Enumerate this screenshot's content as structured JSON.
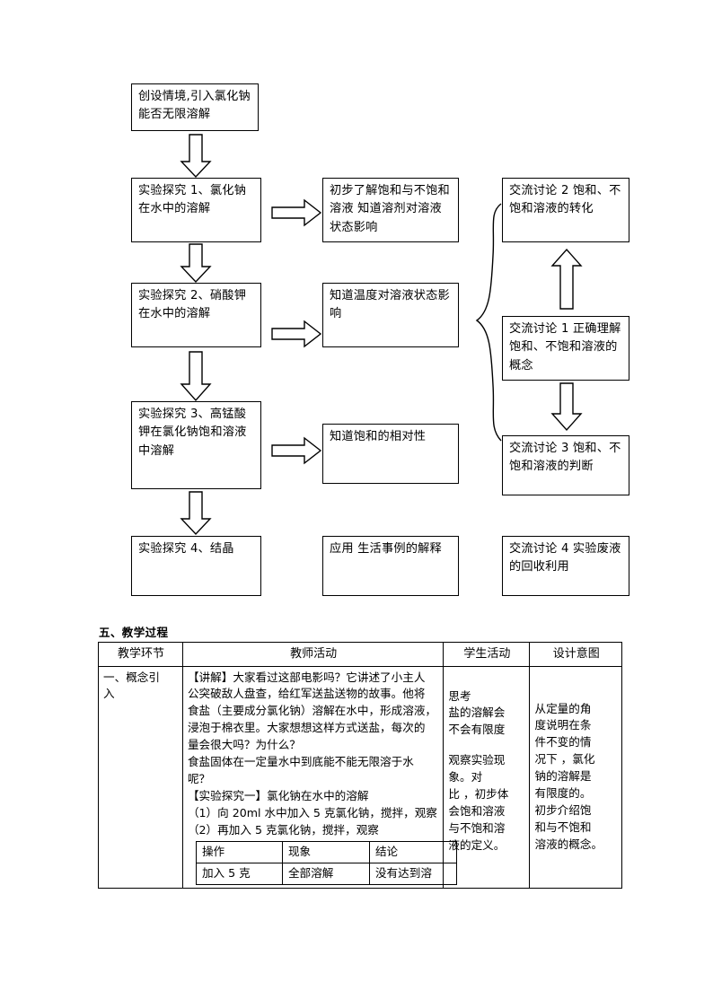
{
  "flowchart": {
    "boxes": {
      "intro": "创设情境,引入氯化钠能否无限溶解",
      "exp1": "实验探究 1、氯化钠在水中的溶解",
      "exp2": "实验探究 2、硝酸钾在水中的溶解",
      "exp3": "实验探究 3、高锰酸钾在氯化钠饱和溶液中溶解",
      "exp4": "实验探究 4、结晶",
      "out1": "初步了解饱和与不饱和溶液 知道溶剂对溶液状态影响",
      "out2": "知道温度对溶液状态影响",
      "out3": "知道饱和的相对性",
      "out4": "应用 生活事例的解释",
      "disc2": "交流讨论 2 饱和、不饱和溶液的转化",
      "disc1": "交流讨论 1 正确理解饱和、不饱和溶液的概念",
      "disc3": "交流讨论 3 饱和、不饱和溶液的判断",
      "disc4": "交流讨论 4 实验废液的回收利用"
    }
  },
  "section": {
    "title": "五、教学过程"
  },
  "table": {
    "headers": [
      "教学环节",
      "教师活动",
      "学生活动",
      "设计意图"
    ],
    "row": {
      "stage": [
        "一、概念引",
        "入"
      ],
      "teacher": [
        "【讲解】大家看过这部电影吗？它讲述了小主人",
        "公突破敌人盘查，给红军送盐送物的故事。他将",
        "食盐（主要成分氯化钠）溶解在水中，形成溶液，",
        "浸泡于棉衣里。大家想想这样方式送盐，每次的",
        "量会很大吗？为什么？",
        "食盐固体在一定量水中到底能不能无限溶于水",
        "呢？",
        "【实验探究一】氯化钠在水中的溶解",
        "（1）向 20ml 水中加入 5 克氯化钠，搅拌，观察",
        "（2）再加入 5 克氯化钠，搅拌，观察"
      ],
      "student": [
        "思考",
        "盐的溶解会",
        "不会有限度",
        "",
        "观察实验现",
        "象。对",
        "比 ，初步体",
        "会饱和溶液",
        "与不饱和溶",
        "液的定义。"
      ],
      "intent": [
        "从定量的角",
        "度说明在条",
        "件不变的情",
        "况下 ，氯化",
        "钠的溶解是",
        "有限度的。",
        "初步介绍饱",
        "和与不饱和",
        "溶液的概念。"
      ],
      "inner_table": {
        "headers": [
          "操作",
          "现象",
          "结论"
        ],
        "rows": [
          [
            "加入 5 克",
            "全部溶解",
            "没有达到溶"
          ]
        ]
      }
    }
  }
}
